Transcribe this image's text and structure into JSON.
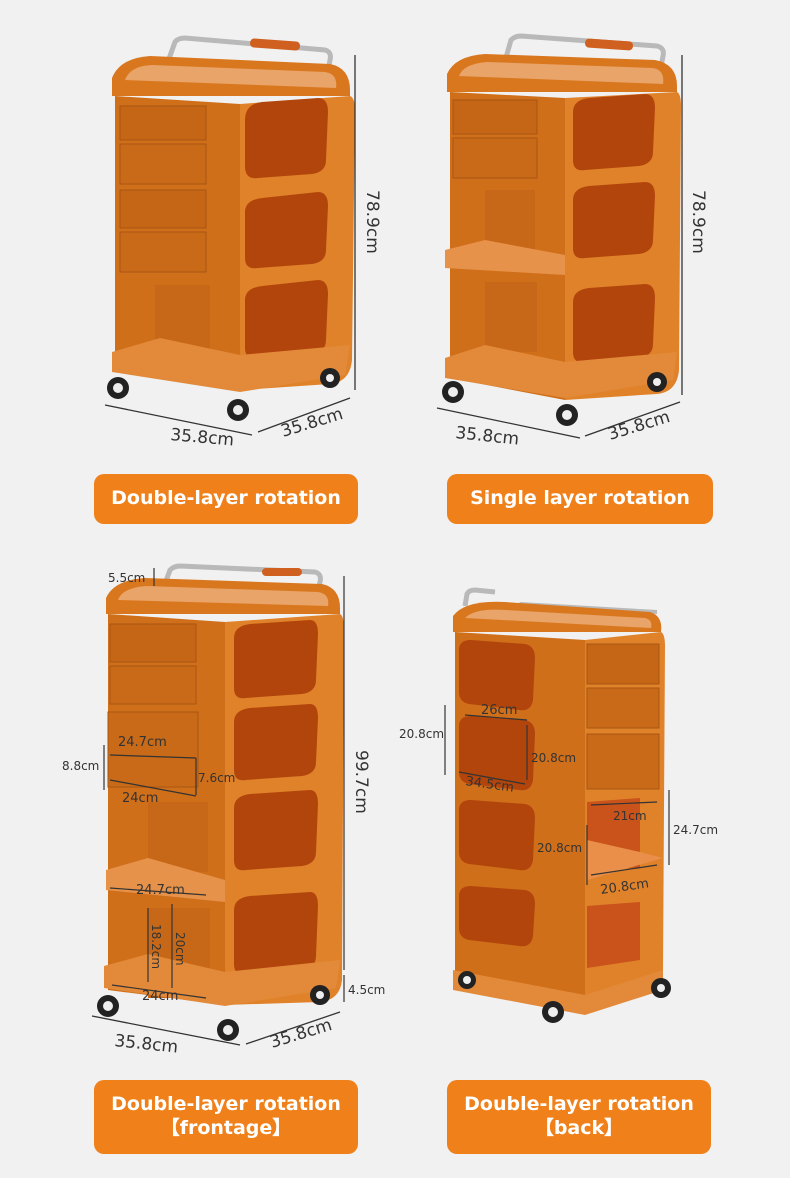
{
  "panels": [
    {
      "label_line1": "Double-layer rotation",
      "label_line2": "",
      "dims": {
        "width": "35.8cm",
        "depth": "35.8cm",
        "height": "78.9cm"
      }
    },
    {
      "label_line1": "Single layer rotation",
      "label_line2": "",
      "dims": {
        "width": "35.8cm",
        "depth": "35.8cm",
        "height": "78.9cm"
      }
    },
    {
      "label_line1": "Double-layer rotation",
      "label_line2": "【frontage】",
      "dims": {
        "handle": "5.5cm",
        "height": "99.7cm",
        "drawer_h": "8.8cm",
        "drawer_w_top": "24.7cm",
        "drawer_d": "7.6cm",
        "drawer_w_bottom": "24cm",
        "shelf_w": "24.7cm",
        "shelf_h1": "18.2cm",
        "shelf_h2": "20cm",
        "shelf_bottom": "24cm",
        "wheel": "4.5cm",
        "width": "35.8cm",
        "depth": "35.8cm"
      }
    },
    {
      "label_line1": "Double-layer rotation",
      "label_line2": "【back】",
      "dims": {
        "side_h": "20.8cm",
        "top_w": "26cm",
        "inner_h": "20.8cm",
        "bottom_w": "34.5cm",
        "niche_w": "21cm",
        "niche_h": "24.7cm",
        "niche_d": "20.8cm",
        "niche_bottom": "20.8cm"
      }
    }
  ]
}
